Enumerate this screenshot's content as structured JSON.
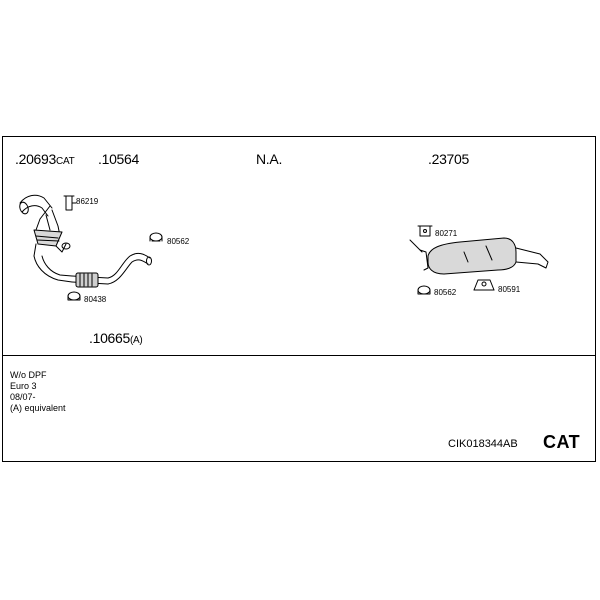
{
  "parts": {
    "p20693": {
      "number": ".20693",
      "suffix": "CAT"
    },
    "p10564": {
      "number": ".10564"
    },
    "na": "N.A.",
    "p23705": {
      "number": ".23705"
    },
    "p10665": {
      "number": ".10665",
      "suffix": "(A)"
    }
  },
  "callouts": {
    "c86219": "86219",
    "c80562_left": "80562",
    "c80438": "80438",
    "c80271": "80271",
    "c80562_right": "80562",
    "c80591": "80591"
  },
  "notes": [
    "W/o DPF",
    "Euro 3",
    "08/07-",
    "(A) equivalent"
  ],
  "footer": {
    "kit_code": "CIK018344AB",
    "type": "CAT"
  }
}
